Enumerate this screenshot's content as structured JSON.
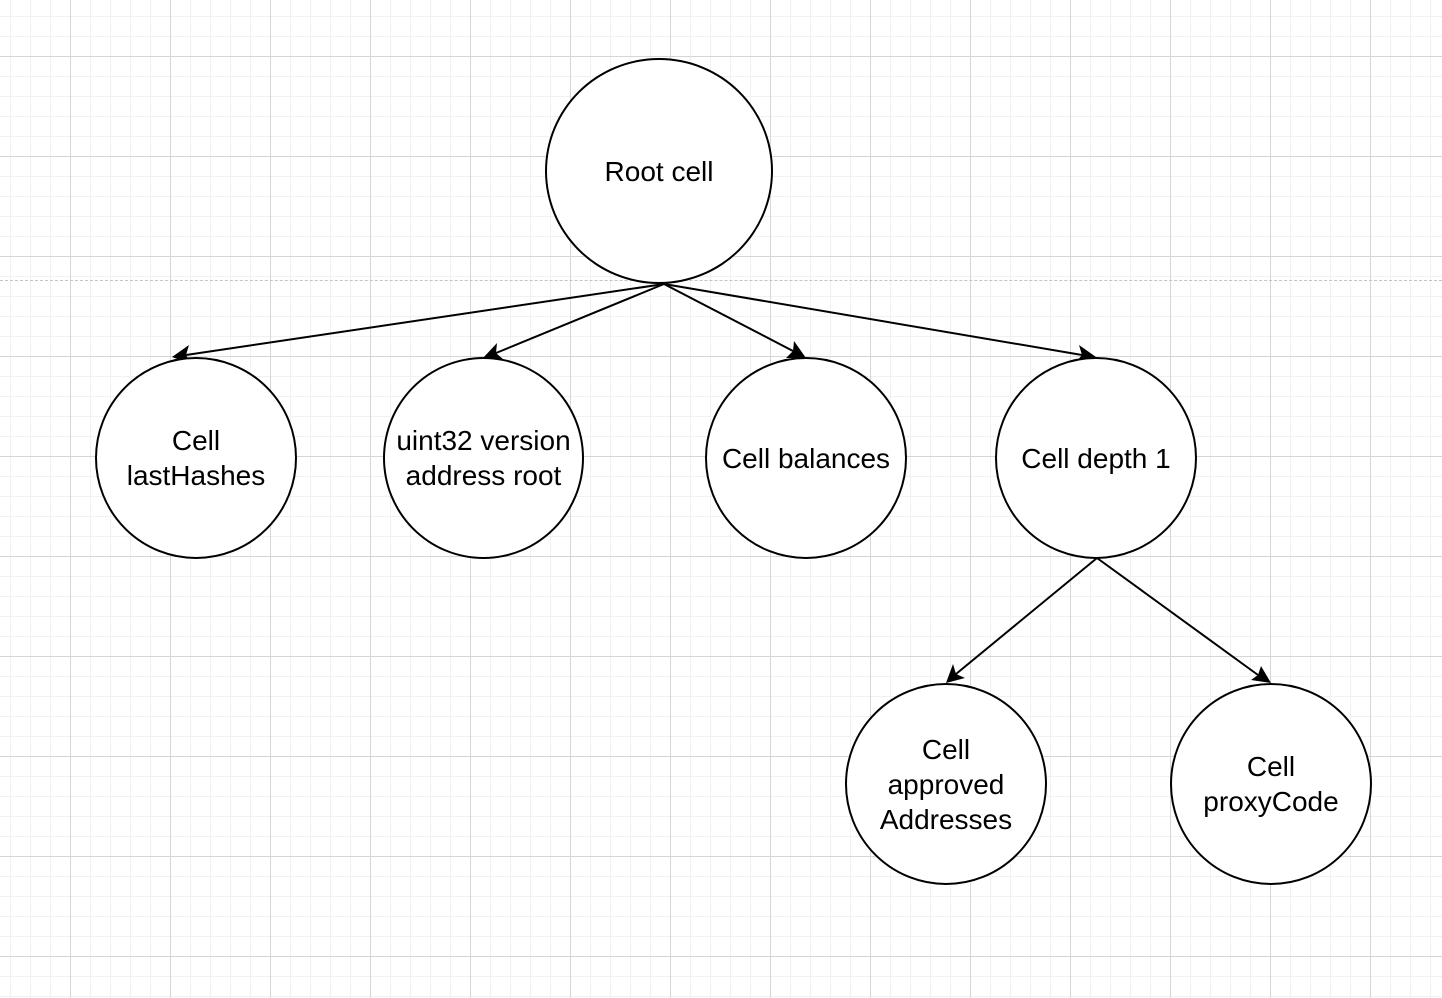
{
  "diagram": {
    "nodes": [
      {
        "id": "root",
        "label": "Root cell"
      },
      {
        "id": "last-hashes",
        "label": "Cell\nlastHashes"
      },
      {
        "id": "version-address",
        "label": "uint32 version\naddress root"
      },
      {
        "id": "balances",
        "label": "Cell balances"
      },
      {
        "id": "depth1",
        "label": "Cell depth 1"
      },
      {
        "id": "approved",
        "label": "Cell\napproved\nAddresses"
      },
      {
        "id": "proxy-code",
        "label": "Cell\nproxyCode"
      }
    ],
    "edges": [
      {
        "from": "root",
        "to": "last-hashes"
      },
      {
        "from": "root",
        "to": "version-address"
      },
      {
        "from": "root",
        "to": "balances"
      },
      {
        "from": "root",
        "to": "depth1"
      },
      {
        "from": "depth1",
        "to": "approved"
      },
      {
        "from": "depth1",
        "to": "proxy-code"
      }
    ]
  }
}
